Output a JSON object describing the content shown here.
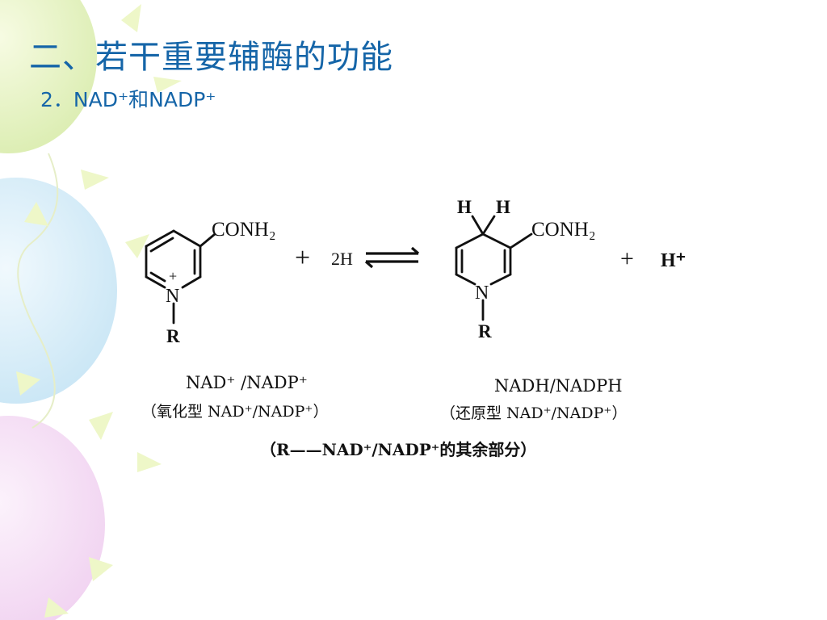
{
  "slide": {
    "title": "二、若干重要辅酶的功能",
    "subtitle": "2．NAD⁺和NADP⁺"
  },
  "reaction": {
    "left_group_label": "CONH₂",
    "left_charge": "+",
    "left_nitrogen": "N",
    "left_r": "R",
    "plus_1": "+",
    "reagent": "2H",
    "right_h_1": "H",
    "right_h_2": "H",
    "right_group_label": "CONH₂",
    "right_nitrogen": "N",
    "right_r": "R",
    "plus_2": "+",
    "product_ion": "H⁺"
  },
  "captions": {
    "left_name": "NAD⁺ /NADP⁺",
    "left_desc": "（氧化型 NAD⁺/NADP⁺）",
    "right_name": "NADH/NADPH",
    "right_desc": "（还原型 NAD⁺/NADP⁺）",
    "footnote": "（R——NAD⁺/NADP⁺的其余部分）"
  },
  "colors": {
    "title": "#1565a8",
    "text": "#111111"
  }
}
